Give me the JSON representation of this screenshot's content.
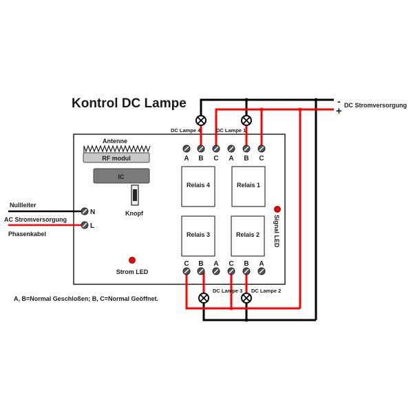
{
  "title": "Kontrol DC Lampe",
  "colors": {
    "wire_neg": "#000000",
    "wire_pos": "#ff0000",
    "led": "#ee0000",
    "rf_module": "#c8c8c8",
    "ic": "#7a7a7a"
  },
  "dc_supply": {
    "label": "DC Stromversorgung",
    "neg_symbol": "-",
    "pos_symbol": "+"
  },
  "ac_supply": {
    "label": "AC Stromversorgung",
    "neutral_label": "Nullleiter",
    "phase_label": "Phasenkabel",
    "terminal_n": "N",
    "terminal_l": "L"
  },
  "board": {
    "antenna_label": "Antenne",
    "rf_module_label": "RF modul",
    "ic_label": "IC",
    "button_label": "Knopf",
    "power_led_label": "Strom LED",
    "signal_led_label": "Signal LED",
    "relays": [
      "Relais 4",
      "Relais 1",
      "Relais 3",
      "Relais 2"
    ],
    "top_terminals": [
      "A",
      "B",
      "C",
      "A",
      "B",
      "C"
    ],
    "bottom_terminals": [
      "C",
      "B",
      "A",
      "C",
      "B",
      "A"
    ]
  },
  "lamps": [
    "DC Lampe 4",
    "DC Lampe 1",
    "DC Lampe 3",
    "DC Lampe 2"
  ],
  "note": "A, B=Normal Geschloßen; B, C=Normal Geöffnet."
}
